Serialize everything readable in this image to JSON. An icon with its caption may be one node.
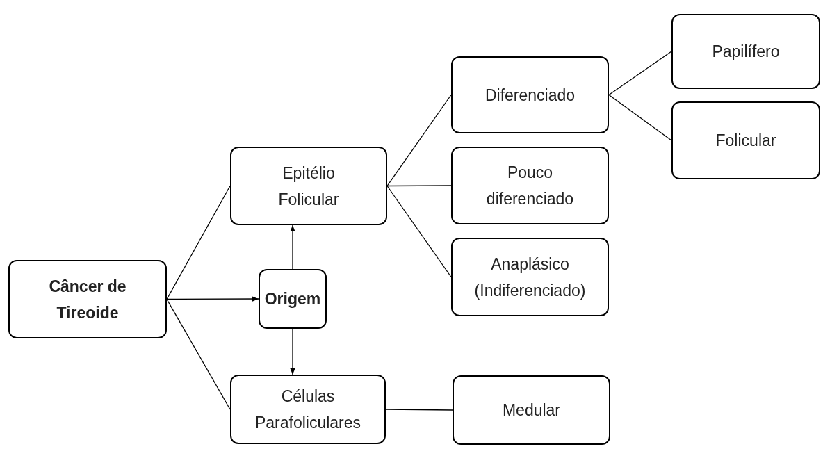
{
  "diagram": {
    "nodes": [
      {
        "text": [
          "Câncer de Tireoide"
        ]
      },
      {
        "text": [
          "Origem"
        ]
      },
      {
        "text": [
          "Epitélio Folicular"
        ]
      },
      {
        "text": [
          "Células Parafoliculares"
        ]
      },
      {
        "text": [
          "Diferenciado"
        ]
      },
      {
        "text": [
          "Pouco diferenciado"
        ]
      },
      {
        "text": [
          "Anaplásico (Indiferenciado)"
        ]
      },
      {
        "text": [
          "Medular"
        ]
      },
      {
        "text": [
          "Papilífero"
        ]
      },
      {
        "text": [
          "Folicular"
        ]
      }
    ],
    "edges": [
      {
        "from": 0,
        "to": 2,
        "arrow": "none"
      },
      {
        "from": 0,
        "to": 1,
        "arrow": "to"
      },
      {
        "from": 0,
        "to": 3,
        "arrow": "none"
      },
      {
        "from": 1,
        "to": 2,
        "arrow": "to"
      },
      {
        "from": 1,
        "to": 3,
        "arrow": "to"
      },
      {
        "from": 2,
        "to": 4,
        "arrow": "none"
      },
      {
        "from": 2,
        "to": 5,
        "arrow": "none"
      },
      {
        "from": 2,
        "to": 6,
        "arrow": "none"
      },
      {
        "from": 4,
        "to": 8,
        "arrow": "none"
      },
      {
        "from": 4,
        "to": 9,
        "arrow": "none"
      },
      {
        "from": 3,
        "to": 7,
        "arrow": "none"
      }
    ]
  }
}
